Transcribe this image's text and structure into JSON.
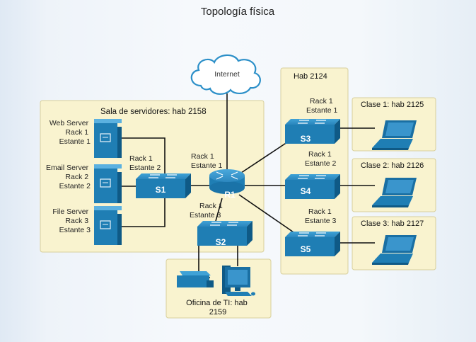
{
  "title": "Topología física",
  "cloud": {
    "label": "Internet"
  },
  "areas": {
    "server_room": "Sala de servidores: hab 2158",
    "hab_2124": "Hab 2124",
    "class1": "Clase 1: hab 2125",
    "class2": "Clase 2: hab 2126",
    "class3": "Clase 3: hab 2127",
    "it_office": [
      "Oficina de TI: hab",
      "2159"
    ]
  },
  "servers": [
    {
      "lines": [
        "Web Server",
        "Rack 1",
        "Estante 1"
      ]
    },
    {
      "lines": [
        "Email Server",
        "Rack 2",
        "Estante 2"
      ]
    },
    {
      "lines": [
        "File Server",
        "Rack 3",
        "Estante 3"
      ]
    }
  ],
  "devices": {
    "router": {
      "label": "R1",
      "loc1": [
        "Rack 1",
        "Estante 1"
      ],
      "loc2": [
        "Rack 1",
        "Estante 3"
      ]
    },
    "s1": {
      "label": "S1",
      "loc": [
        "Rack 1",
        "Estante 2"
      ]
    },
    "s2": {
      "label": "S2"
    },
    "s3": {
      "label": "S3",
      "loc": [
        "Rack 1",
        "Estante 1"
      ]
    },
    "s4": {
      "label": "S4",
      "loc": [
        "Rack 1",
        "Estante 2"
      ]
    },
    "s5": {
      "label": "S5",
      "loc": [
        "Rack 1",
        "Estante 3"
      ]
    }
  },
  "colors": {
    "area_fill": "#f9f3cf",
    "area_stroke": "#d8cf9c",
    "device_blue": "#1f7eb4",
    "device_dark": "#0f5a86",
    "link": "#111111",
    "title": "#222222"
  }
}
